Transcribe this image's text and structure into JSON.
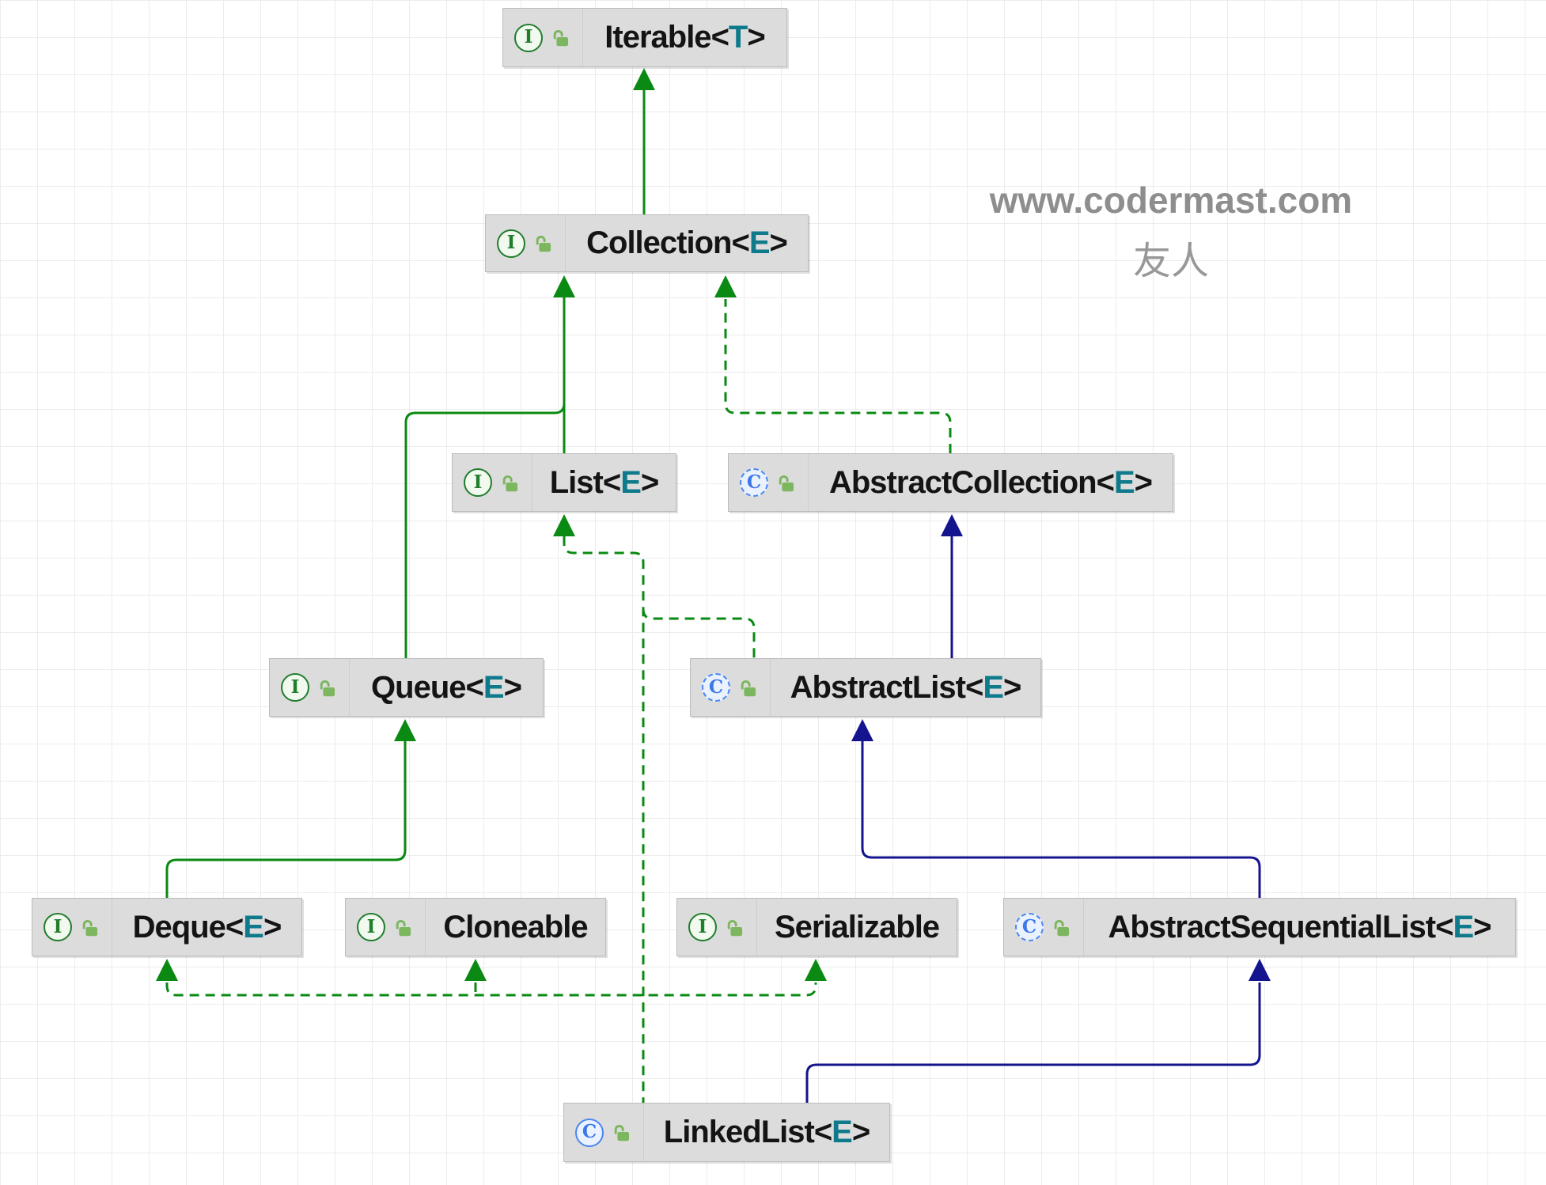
{
  "watermark": {
    "line1": "www.codermast.com",
    "line2": "友人"
  },
  "nodes": [
    {
      "name": "Iterable",
      "bracket_open": "<",
      "type_param": "T",
      "bracket_close": ">",
      "kind": "interface",
      "icon_letter": "I"
    },
    {
      "name": "Collection",
      "bracket_open": "<",
      "type_param": "E",
      "bracket_close": ">",
      "kind": "interface",
      "icon_letter": "I"
    },
    {
      "name": "List",
      "bracket_open": "<",
      "type_param": "E",
      "bracket_close": ">",
      "kind": "interface",
      "icon_letter": "I"
    },
    {
      "name": "AbstractCollection",
      "bracket_open": "<",
      "type_param": "E",
      "bracket_close": ">",
      "kind": "abstract-class",
      "icon_letter": "C"
    },
    {
      "name": "Queue",
      "bracket_open": "<",
      "type_param": "E",
      "bracket_close": ">",
      "kind": "interface",
      "icon_letter": "I"
    },
    {
      "name": "AbstractList",
      "bracket_open": "<",
      "type_param": "E",
      "bracket_close": ">",
      "kind": "abstract-class",
      "icon_letter": "C"
    },
    {
      "name": "Deque",
      "bracket_open": "<",
      "type_param": "E",
      "bracket_close": ">",
      "kind": "interface",
      "icon_letter": "I"
    },
    {
      "name": "Cloneable",
      "bracket_open": "",
      "type_param": "",
      "bracket_close": "",
      "kind": "interface",
      "icon_letter": "I"
    },
    {
      "name": "Serializable",
      "bracket_open": "",
      "type_param": "",
      "bracket_close": "",
      "kind": "interface",
      "icon_letter": "I"
    },
    {
      "name": "AbstractSequentialList",
      "bracket_open": "<",
      "type_param": "E",
      "bracket_close": ">",
      "kind": "abstract-class",
      "icon_letter": "C"
    },
    {
      "name": "LinkedList",
      "bracket_open": "<",
      "type_param": "E",
      "bracket_close": ">",
      "kind": "class",
      "icon_letter": "C"
    }
  ],
  "edges": [
    {
      "from": "Collection",
      "to": "Iterable",
      "relation": "extends",
      "line": "solid",
      "color": "#0a8a12"
    },
    {
      "from": "List",
      "to": "Collection",
      "relation": "extends",
      "line": "solid",
      "color": "#0a8a12"
    },
    {
      "from": "Queue",
      "to": "Collection",
      "relation": "extends",
      "line": "solid",
      "color": "#0a8a12"
    },
    {
      "from": "Deque",
      "to": "Queue",
      "relation": "extends",
      "line": "solid",
      "color": "#0a8a12"
    },
    {
      "from": "AbstractCollection",
      "to": "Collection",
      "relation": "implements",
      "line": "dashed",
      "color": "#0a8a12"
    },
    {
      "from": "AbstractList",
      "to": "List",
      "relation": "implements",
      "line": "dashed",
      "color": "#0a8a12"
    },
    {
      "from": "AbstractList",
      "to": "AbstractCollection",
      "relation": "extends",
      "line": "solid",
      "color": "#14148f"
    },
    {
      "from": "AbstractSequentialList",
      "to": "AbstractList",
      "relation": "extends",
      "line": "solid",
      "color": "#14148f"
    },
    {
      "from": "LinkedList",
      "to": "AbstractSequentialList",
      "relation": "extends",
      "line": "solid",
      "color": "#14148f"
    },
    {
      "from": "LinkedList",
      "to": "List",
      "relation": "implements",
      "line": "dashed",
      "color": "#0a8a12"
    },
    {
      "from": "LinkedList",
      "to": "Deque",
      "relation": "implements",
      "line": "dashed",
      "color": "#0a8a12"
    },
    {
      "from": "LinkedList",
      "to": "Cloneable",
      "relation": "implements",
      "line": "dashed",
      "color": "#0a8a12"
    },
    {
      "from": "LinkedList",
      "to": "Serializable",
      "relation": "implements",
      "line": "dashed",
      "color": "#0a8a12"
    }
  ],
  "colors": {
    "interface_edge": "#0a8a12",
    "class_edge": "#14148f",
    "type_param": "#0e7a8b",
    "node_background": "#dcdcdc"
  }
}
